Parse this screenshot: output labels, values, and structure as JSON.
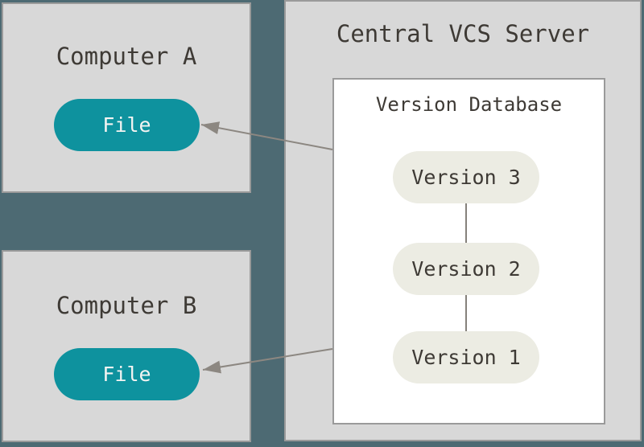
{
  "colors": {
    "background": "#4d6a73",
    "box_fill": "#d8d8d8",
    "box_border": "#9a9a9a",
    "version_db_fill": "#ffffff",
    "file_pill_fill": "#0e929e",
    "version_pill_fill": "#ecece3",
    "dark_text": "#3e3a35",
    "light_text": "#f4f4f2",
    "arrow": "#8c8781"
  },
  "computer_a": {
    "title": "Computer A",
    "file_label": "File"
  },
  "computer_b": {
    "title": "Computer B",
    "file_label": "File"
  },
  "server": {
    "title": "Central VCS Server"
  },
  "version_db": {
    "title": "Version Database",
    "versions": [
      {
        "label": "Version 3"
      },
      {
        "label": "Version 2"
      },
      {
        "label": "Version 1"
      }
    ]
  }
}
